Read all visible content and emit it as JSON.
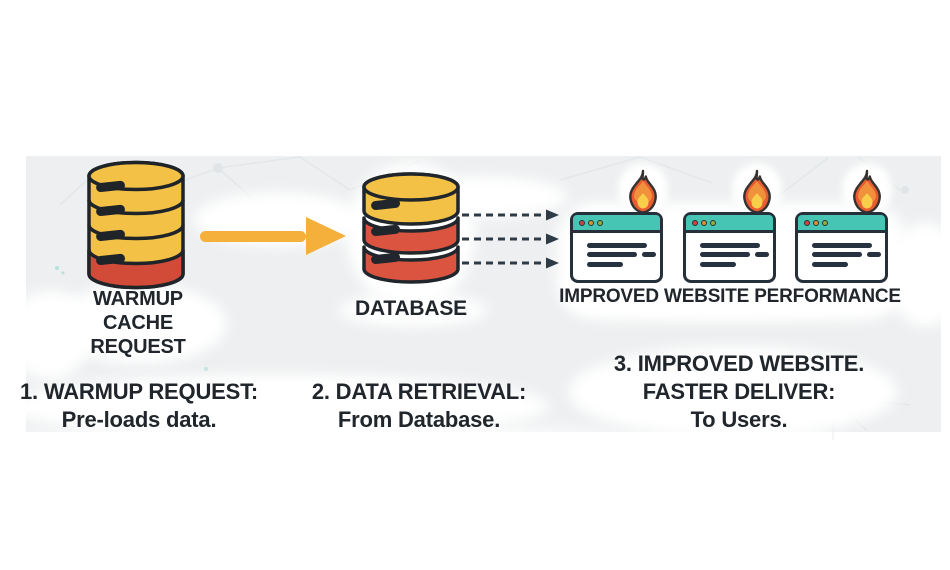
{
  "palette": {
    "band": "#edeff0",
    "net_line": "#dde2e4",
    "ink": "#20262C",
    "outline": "#1F2429",
    "db_yellow": "#F3C145",
    "db_red": "#D14B38",
    "db_red2": "#DB5440",
    "arrow_amber": "#F5AF3B",
    "teal": "#46C4B4",
    "flame_outer": "#E95C33",
    "flame_mid": "#F0913C",
    "flame_core": "#F8CE4B",
    "dot_red": "#CF4539",
    "dot_yellow": "#C9992F",
    "dot_green": "#8FAE3A",
    "dash_arrow": "#2E3B47"
  },
  "nodes": {
    "warmup": {
      "lines": [
        "WARMUP",
        "CACHE",
        "REQUEST"
      ]
    },
    "database": {
      "label": "DATABASE"
    },
    "websites": {
      "caption": "IMPROVED WEBSITE PERFORMANCE",
      "window_count": 3
    }
  },
  "steps": [
    {
      "lines": [
        "1. WARMUP REQUEST:",
        "Pre-loads data."
      ]
    },
    {
      "lines": [
        "2. DATA RETRIEVAL:",
        "From Database."
      ]
    },
    {
      "lines": [
        "3. IMPROVED WEBSITE.",
        "FASTER DELIVER:",
        "To Users."
      ]
    }
  ]
}
